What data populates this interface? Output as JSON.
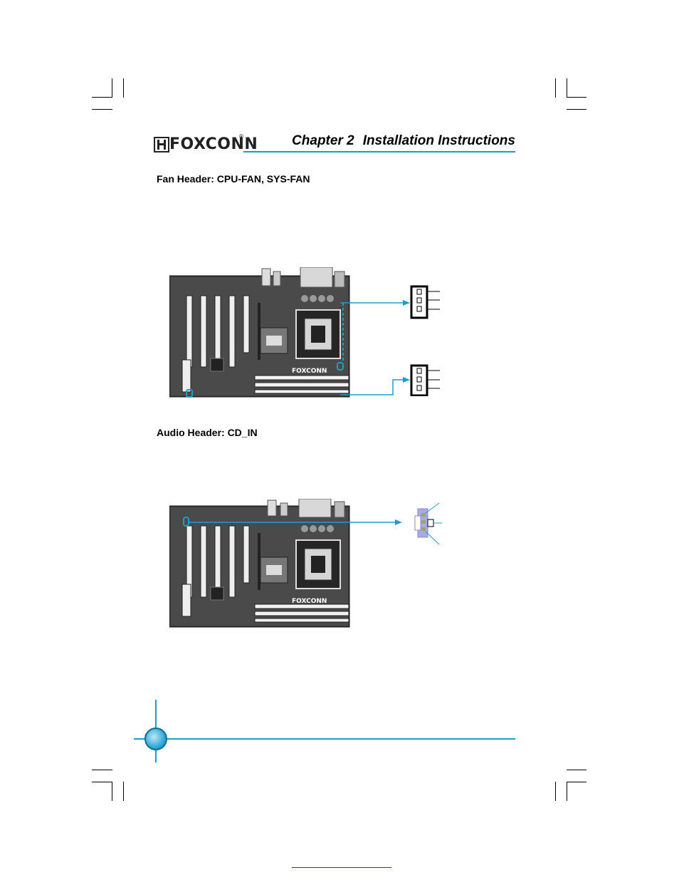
{
  "header": {
    "chapter": "Chapter 2",
    "title": "Installation Instructions",
    "logo_text": "FOXCONN",
    "logo_mark": "®"
  },
  "sections": [
    {
      "title": "Fan Header: CPU-FAN, SYS-FAN"
    },
    {
      "title": "Audio Header: CD_IN"
    }
  ],
  "board_silkscreen": "FOXCONN",
  "colors": {
    "accent": "#1aa0c8",
    "header_rule": "#1aa0c8",
    "page_circle": "#1f9fd0",
    "cd_pins": "#a9a9e6",
    "link": "#2727ff"
  }
}
